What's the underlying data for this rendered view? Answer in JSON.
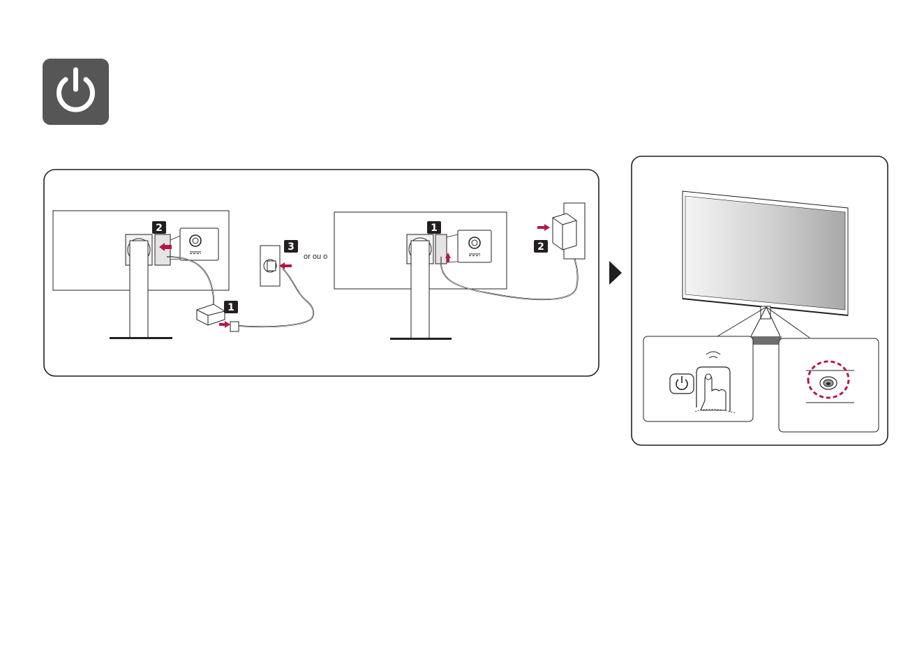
{
  "power_icon": {
    "name": "power-icon"
  },
  "connection_panel": {
    "setup_a": {
      "step_plug_adapter": "1",
      "step_connect_monitor": "2",
      "step_wall_outlet": "3"
    },
    "separator_text": "or ou o",
    "setup_b": {
      "step_connect_monitor": "1",
      "step_wall_outlet": "2"
    }
  },
  "next_arrow": {
    "name": "play-arrow-icon"
  },
  "result_panel": {
    "remote_power": {
      "icon": "power-icon"
    },
    "joystick_button": {
      "icon": "joystick-icon"
    }
  },
  "colors": {
    "icon_bg": "#575657",
    "accent": "#b5174b",
    "line": "#231f20",
    "badge": "#231f20"
  }
}
